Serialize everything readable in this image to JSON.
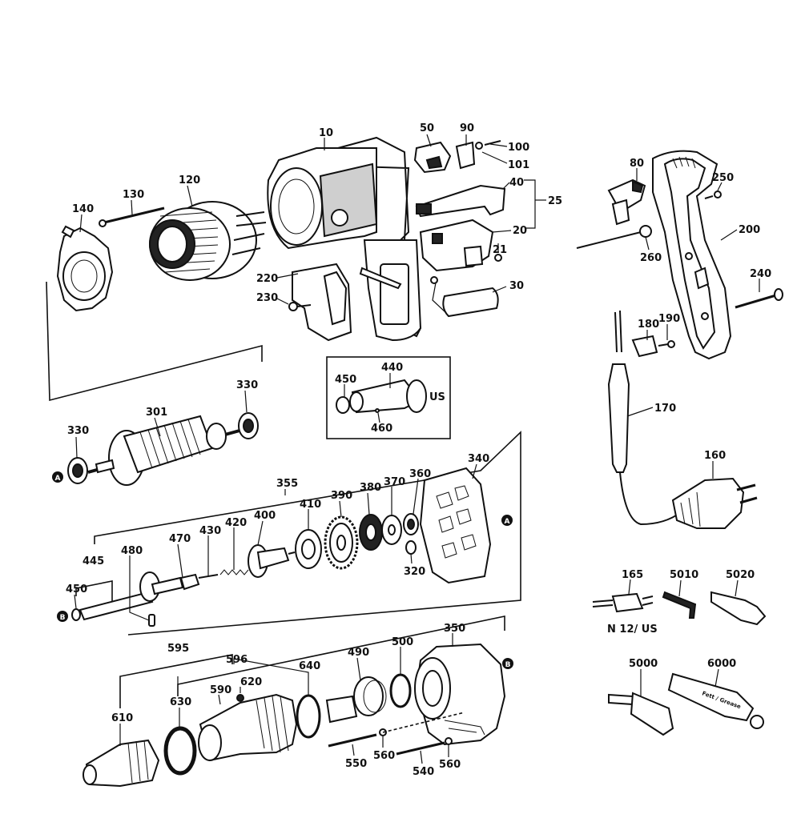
{
  "labels": {
    "p10": "10",
    "p50": "50",
    "p90": "90",
    "p100": "100",
    "p101": "101",
    "p40": "40",
    "p25": "25",
    "p20": "20",
    "p21": "21",
    "p30": "30",
    "p120": "120",
    "p130": "130",
    "p140": "140",
    "p220": "220",
    "p230": "230",
    "p80": "80",
    "p250": "250",
    "p200": "200",
    "p260": "260",
    "p240": "240",
    "p190": "190",
    "p180": "180",
    "p170": "170",
    "p160": "160",
    "p440": "440",
    "p450a": "450",
    "p460": "460",
    "us": "US",
    "p330a": "330",
    "p330b": "330",
    "p301": "301",
    "p355": "355",
    "p340": "340",
    "p360": "360",
    "p370": "370",
    "p380": "380",
    "p390": "390",
    "p410": "410",
    "p400": "400",
    "p420": "420",
    "p430": "430",
    "p470": "470",
    "p480": "480",
    "p445": "445",
    "p450b": "450",
    "p320": "320",
    "p350": "350",
    "p490": "490",
    "p500": "500",
    "p595": "595",
    "p596": "596",
    "p640": "640",
    "p620": "620",
    "p590": "590",
    "p630": "630",
    "p610": "610",
    "p550": "550",
    "p560a": "560",
    "p540": "540",
    "p560b": "560",
    "p165": "165",
    "p5010": "5010",
    "p5020": "5020",
    "n12us": "N 12/ US",
    "p5000": "5000",
    "p6000": "6000",
    "tube_text": "Fett / Grease",
    "refA": "A",
    "refB": "B"
  }
}
